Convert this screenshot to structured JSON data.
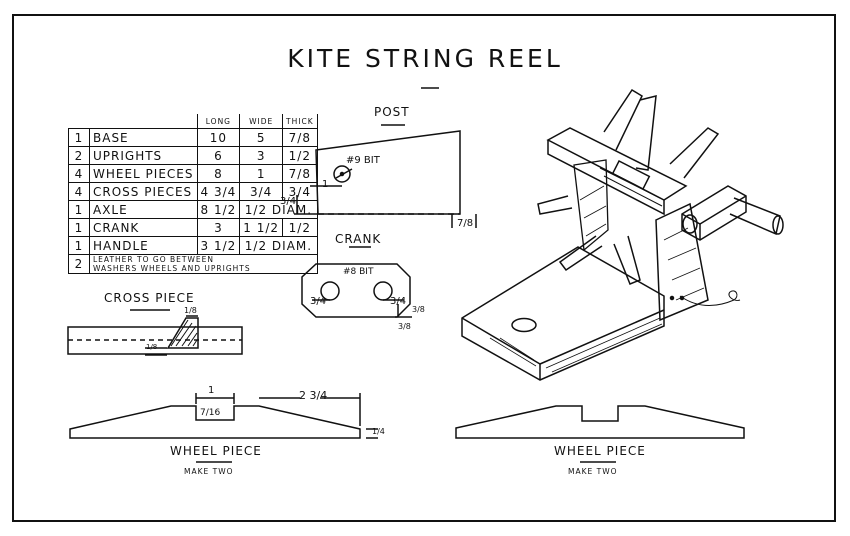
{
  "title": "KITE STRING REEL",
  "table": {
    "headers": [
      "LONG",
      "WIDE",
      "THICK"
    ],
    "rows": [
      {
        "qty": "1",
        "name": "BASE",
        "long": "10",
        "wide": "5",
        "thick": "7/8"
      },
      {
        "qty": "2",
        "name": "UPRIGHTS",
        "long": "6",
        "wide": "3",
        "thick": "1/2"
      },
      {
        "qty": "4",
        "name": "WHEEL PIECES",
        "long": "8",
        "wide": "1",
        "thick": "7/8"
      },
      {
        "qty": "4",
        "name": "CROSS PIECES",
        "long": "4 3/4",
        "wide": "3/4",
        "thick": "3/4"
      },
      {
        "qty": "1",
        "name": "AXLE",
        "long": "8 1/2",
        "wide": "1/2 DIAM.",
        "thick": ""
      },
      {
        "qty": "1",
        "name": "CRANK",
        "long": "3",
        "wide": "1 1/2",
        "thick": "1/2"
      },
      {
        "qty": "1",
        "name": "HANDLE",
        "long": "3 1/2",
        "wide": "1/2 DIAM.",
        "thick": ""
      }
    ],
    "note": {
      "qty": "2",
      "line1": "LEATHER    TO GO BETWEEN",
      "line2": "WASHERS WHEELS AND UPRIGHTS"
    }
  },
  "post": {
    "label": "POST",
    "bit": "#9 BIT",
    "dim_1": "1",
    "dim_side": "3/4",
    "dim_bottom": "7/8"
  },
  "crank": {
    "label": "CRANK",
    "bit": "#8 BIT",
    "dim_left": "3/4",
    "dim_right": "3/4",
    "dim_side": "3/8",
    "dim_bottom": "3/8"
  },
  "cross_piece": {
    "label": "CROSS PIECE",
    "dim_top": "1/8",
    "dim_left": "1/8"
  },
  "wheel_piece_left": {
    "label": "WHEEL PIECE",
    "note": "MAKE TWO",
    "dim_notch_w": "1",
    "dim_notch_d": "7/16",
    "dim_len": "2 3/4",
    "dim_end": "1/4"
  },
  "wheel_piece_right": {
    "label": "WHEEL PIECE",
    "note": "MAKE TWO"
  }
}
